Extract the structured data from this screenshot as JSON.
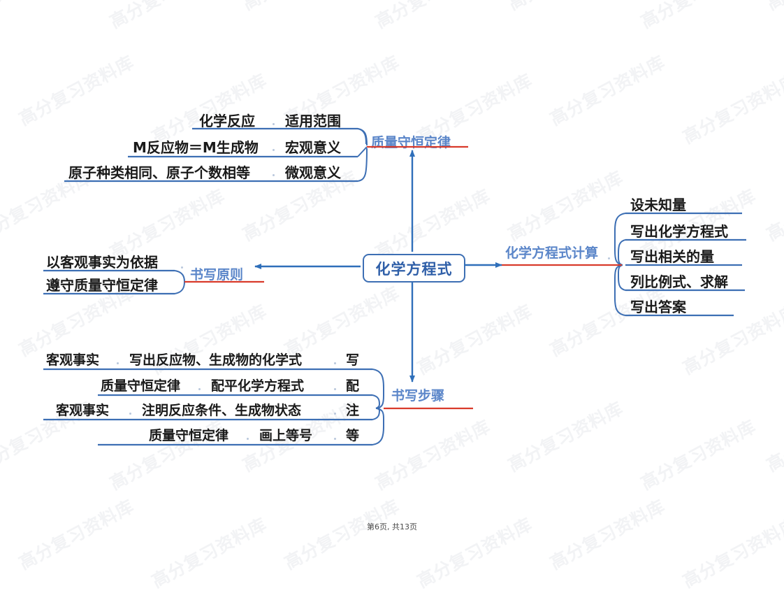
{
  "page": {
    "footer": "第6页, 共13页",
    "watermark_text": "高分复习资料库"
  },
  "colors": {
    "center_text": "#2f5fa8",
    "center_border": "#3d6fb4",
    "branch_label": "#5b86c9",
    "leaf_text": "#1a1a1a",
    "underline_blue": "#3d6fb4",
    "connector_red": "#d93b2b",
    "connector_blue": "#2f6fba",
    "watermark": "#f2f3f5"
  },
  "center": {
    "label": "化学方程式"
  },
  "branches": [
    {
      "id": "mass-conservation",
      "label": "质量守恒定律",
      "direction": "up",
      "rows": [
        {
          "left": "化学反应",
          "right": "适用范围"
        },
        {
          "left": "M反应物＝M生成物",
          "right": "宏观意义"
        },
        {
          "left": "原子种类相同、原子个数相等",
          "right": "微观意义"
        }
      ]
    },
    {
      "id": "equation-calculation",
      "label": "化学方程式计算",
      "direction": "right",
      "items": [
        "设未知量",
        "写出化学方程式",
        "写出相关的量",
        "列比例式、求解",
        "写出答案"
      ]
    },
    {
      "id": "writing-principles",
      "label": "书写原则",
      "direction": "left",
      "items": [
        "以客观事实为依据",
        "遵守质量守恒定律"
      ]
    },
    {
      "id": "writing-steps",
      "label": "书写步骤",
      "direction": "down",
      "rows": [
        {
          "basis": "客观事实",
          "step": "写出反应物、生成物的化学式",
          "key": "写"
        },
        {
          "basis": "质量守恒定律",
          "step": "配平化学方程式",
          "key": "配"
        },
        {
          "basis": "客观事实",
          "step": "注明反应条件、生成物状态",
          "key": "注"
        },
        {
          "basis": "质量守恒定律",
          "step": "画上等号",
          "key": "等"
        }
      ]
    }
  ]
}
